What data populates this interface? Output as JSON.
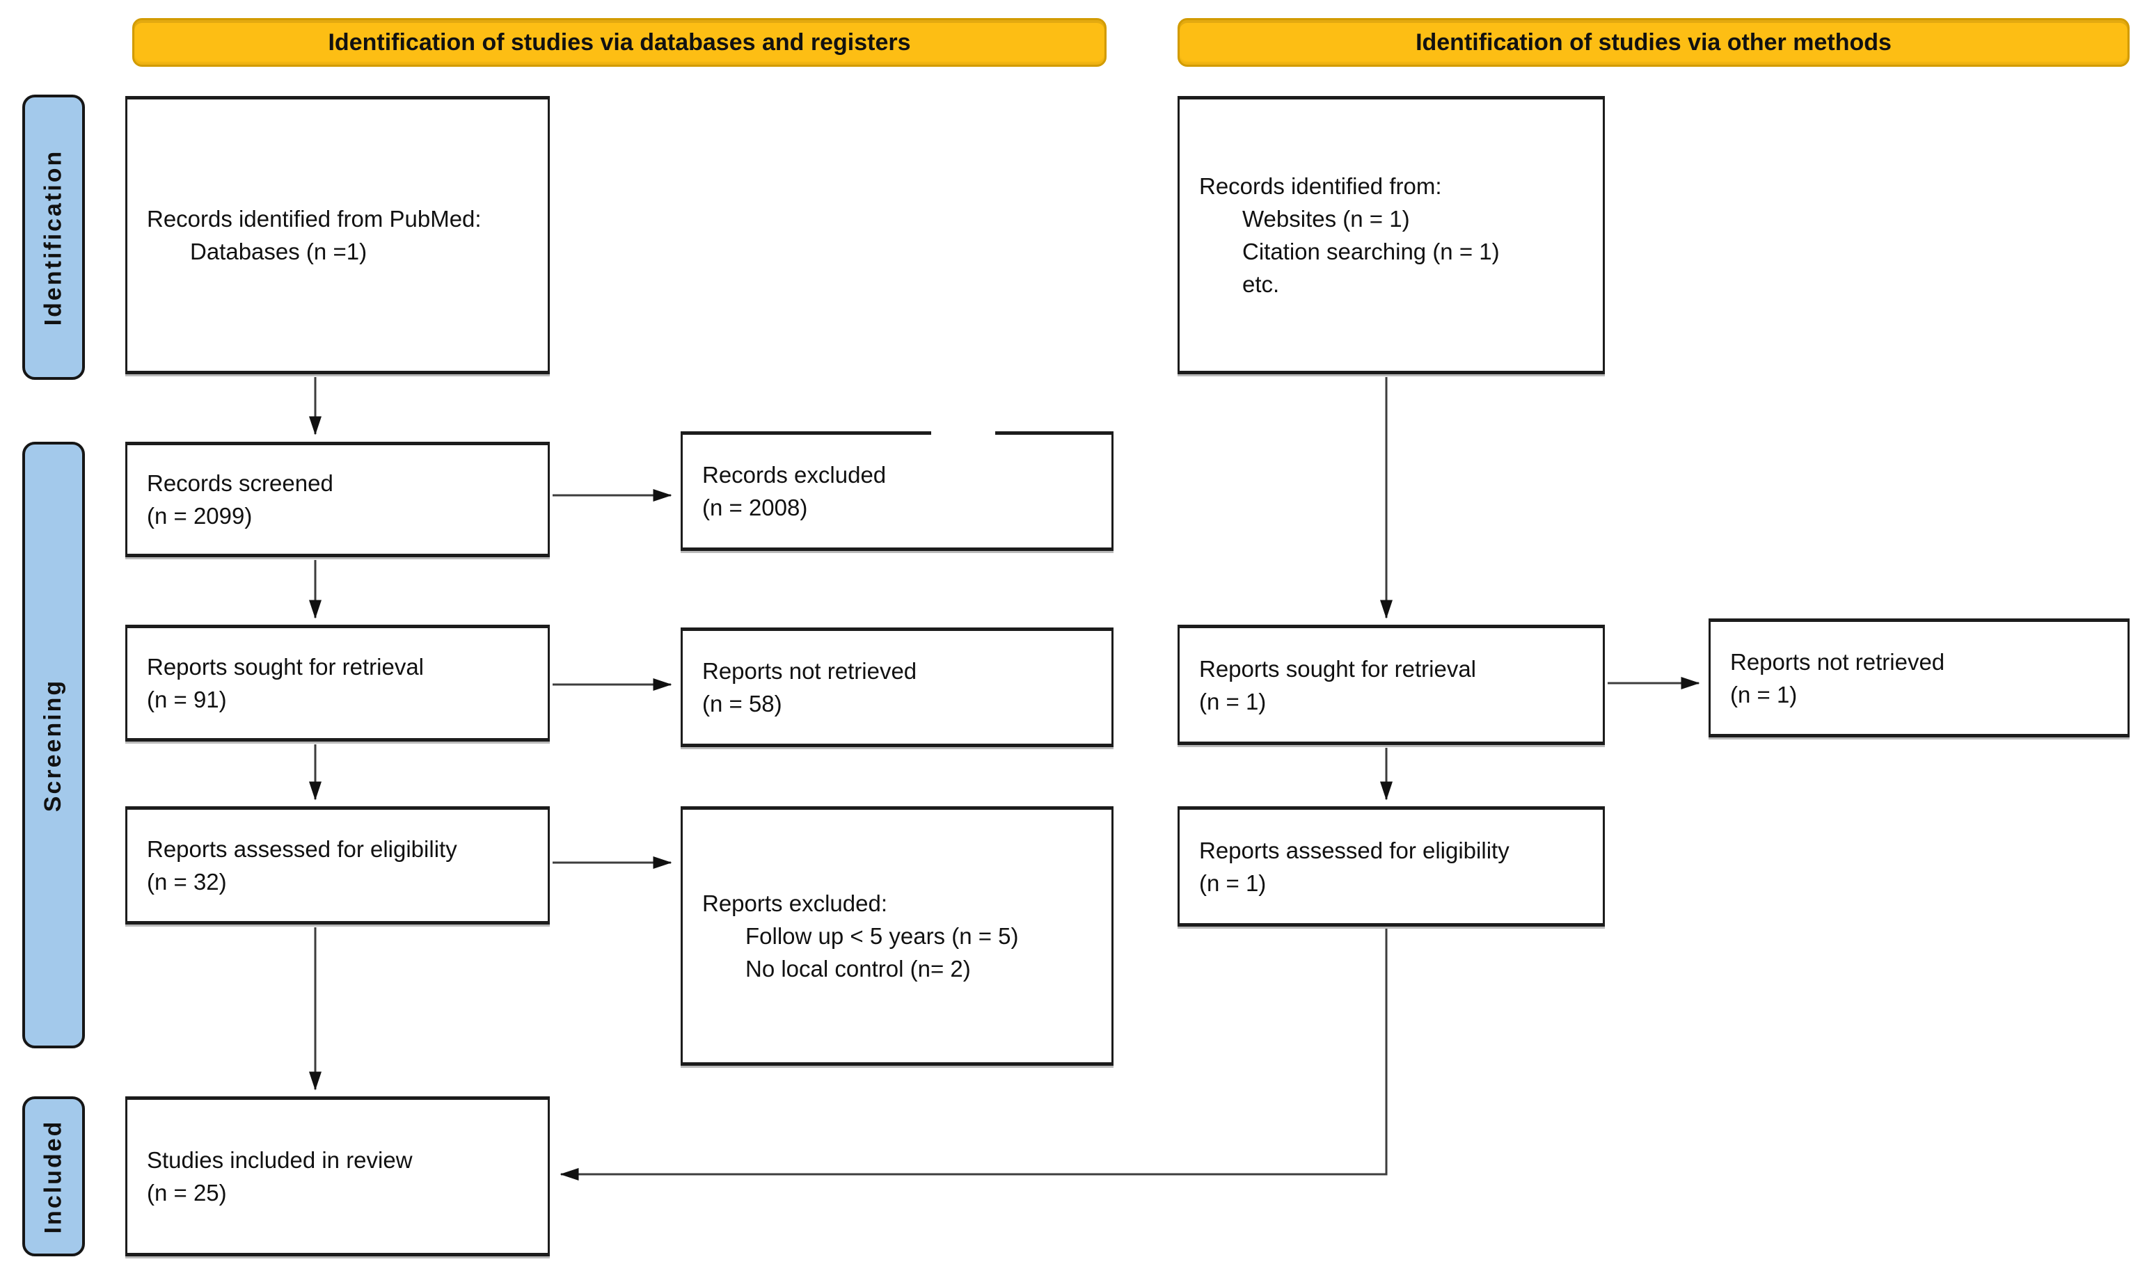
{
  "banners": {
    "databases": "Identification of studies via databases and registers",
    "other": "Identification of studies via other methods"
  },
  "sidebar": {
    "identification": "Identification",
    "screening": "Screening",
    "included": "Included"
  },
  "boxes": {
    "db_identified": {
      "lines": [
        "Records identified from PubMed:",
        "Databases (n =1)"
      ]
    },
    "records_screened": {
      "lines": [
        "Records screened",
        "(n = 2099)"
      ]
    },
    "records_excluded": {
      "lines": [
        "Records excluded",
        "(n = 2008)"
      ]
    },
    "reports_sought_db": {
      "lines": [
        "Reports sought for retrieval",
        "(n = 91)"
      ]
    },
    "reports_not_retrieved_db": {
      "lines": [
        "Reports not retrieved",
        "(n = 58)"
      ]
    },
    "reports_assessed_db": {
      "lines": [
        "Reports assessed for eligibility",
        "(n = 32)"
      ]
    },
    "reports_excluded": {
      "lines": [
        "Reports excluded:",
        "Follow up < 5 years (n = 5)",
        "No local control (n= 2)"
      ]
    },
    "studies_included": {
      "lines": [
        "Studies included in review",
        "(n = 25)"
      ]
    },
    "other_identified": {
      "lines": [
        "Records identified from:",
        "Websites (n = 1)",
        "Citation searching (n = 1)",
        "etc."
      ]
    },
    "reports_sought_other": {
      "lines": [
        "Reports sought for retrieval",
        "(n = 1)"
      ]
    },
    "reports_not_retrieved_other": {
      "lines": [
        "Reports not retrieved",
        "(n = 1)"
      ]
    },
    "reports_assessed_other": {
      "lines": [
        "Reports assessed for eligibility",
        "(n = 1)"
      ]
    }
  },
  "colors": {
    "banner_fill": "#FDBE14",
    "banner_border": "#D29B00",
    "stage_fill": "#A3C9EB",
    "box_border": "#1c1c1c",
    "connector": "#3d3d3d"
  }
}
